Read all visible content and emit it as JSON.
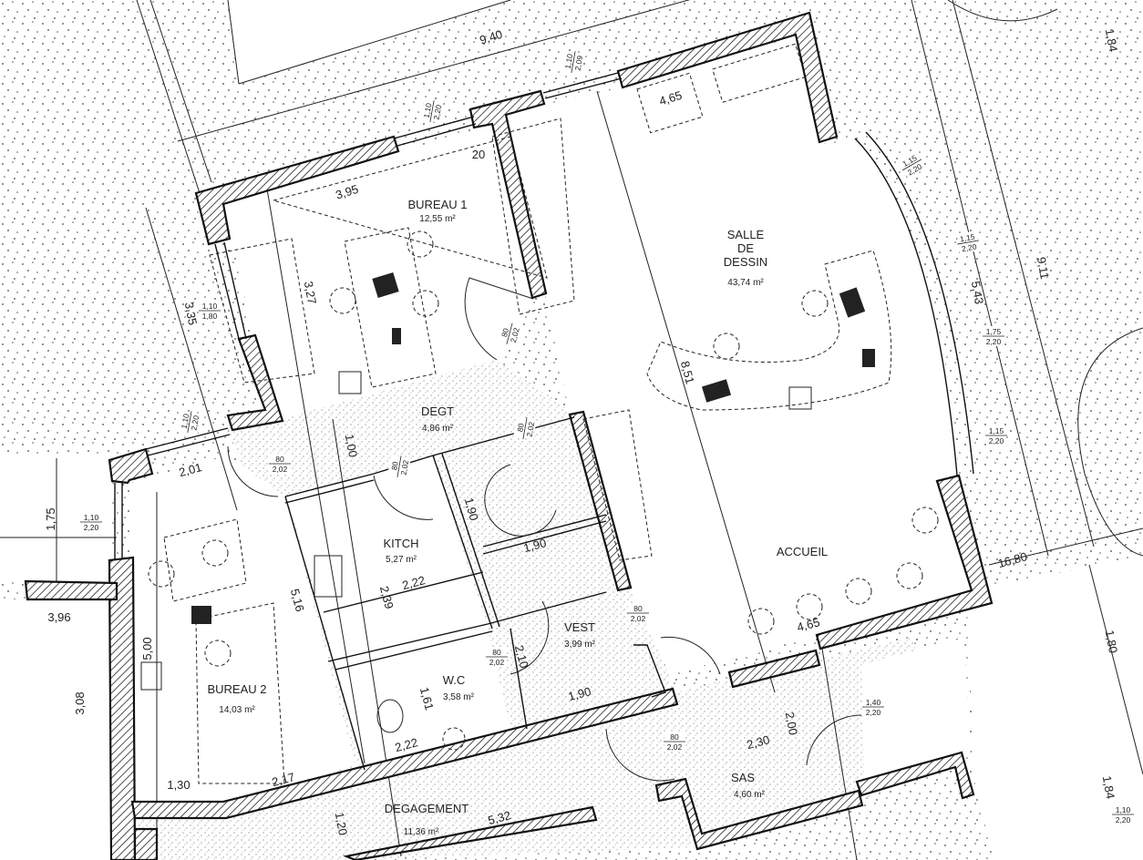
{
  "rooms": [
    {
      "name": "BUREAU 1",
      "area": "12,55 m²"
    },
    {
      "name_lines": [
        "SALLE",
        "DE",
        "DESSIN"
      ],
      "area": "43,74 m²"
    },
    {
      "name": "DEGT",
      "area": "4,86 m²"
    },
    {
      "name": "KITCH",
      "area": "5,27 m²"
    },
    {
      "name": "VEST",
      "area": "3,99 m²"
    },
    {
      "name": "W.C",
      "area": "3,58 m²"
    },
    {
      "name": "BUREAU 2",
      "area": "14,03 m²"
    },
    {
      "name": "ACCUEIL"
    },
    {
      "name": "SAS",
      "area": "4,60 m²"
    },
    {
      "name": "DEGAGEMENT",
      "area": "11,36 m²"
    }
  ],
  "dimensions": [
    "9,40",
    "3,95",
    "20",
    "4,65",
    "3,27",
    "3,35",
    "1,84",
    "9,11",
    "5,43",
    "8,51",
    "16,80",
    "1,80",
    "1,00",
    "2,01",
    "1,75",
    "3,96",
    "5,00",
    "3,08",
    "5,16",
    "2,39",
    "2,22",
    "1,90",
    "1,90",
    "2,10",
    "1,90",
    "1,61",
    "2,22",
    "2,17",
    "1,30",
    "1,20",
    "5,32",
    "2,30",
    "2,00",
    "4,65",
    "1,84"
  ],
  "opening_specs": [
    {
      "top": "1,10",
      "bottom": "2,20"
    },
    {
      "top": "1,10",
      "bottom": "2,09"
    },
    {
      "top": "1,10",
      "bottom": "1,80"
    },
    {
      "top": "1,10",
      "bottom": "2,20"
    },
    {
      "top": "1,10",
      "bottom": "2,20"
    },
    {
      "top": "1,15",
      "bottom": "2,20"
    },
    {
      "top": "1,15",
      "bottom": "2,20"
    },
    {
      "top": "1,75",
      "bottom": "2,20"
    },
    {
      "top": "1,15",
      "bottom": "2,20"
    },
    {
      "top": "1,40",
      "bottom": "2,20"
    },
    {
      "top": "1,10",
      "bottom": "2,20"
    },
    {
      "top": "80",
      "bottom": "2,02"
    },
    {
      "top": "80",
      "bottom": "2,02"
    },
    {
      "top": "80",
      "bottom": "2,02"
    },
    {
      "top": "80",
      "bottom": "2,02"
    },
    {
      "top": "80",
      "bottom": "2,02"
    },
    {
      "top": "80",
      "bottom": "2,02"
    },
    {
      "top": "80",
      "bottom": "2,02"
    }
  ]
}
